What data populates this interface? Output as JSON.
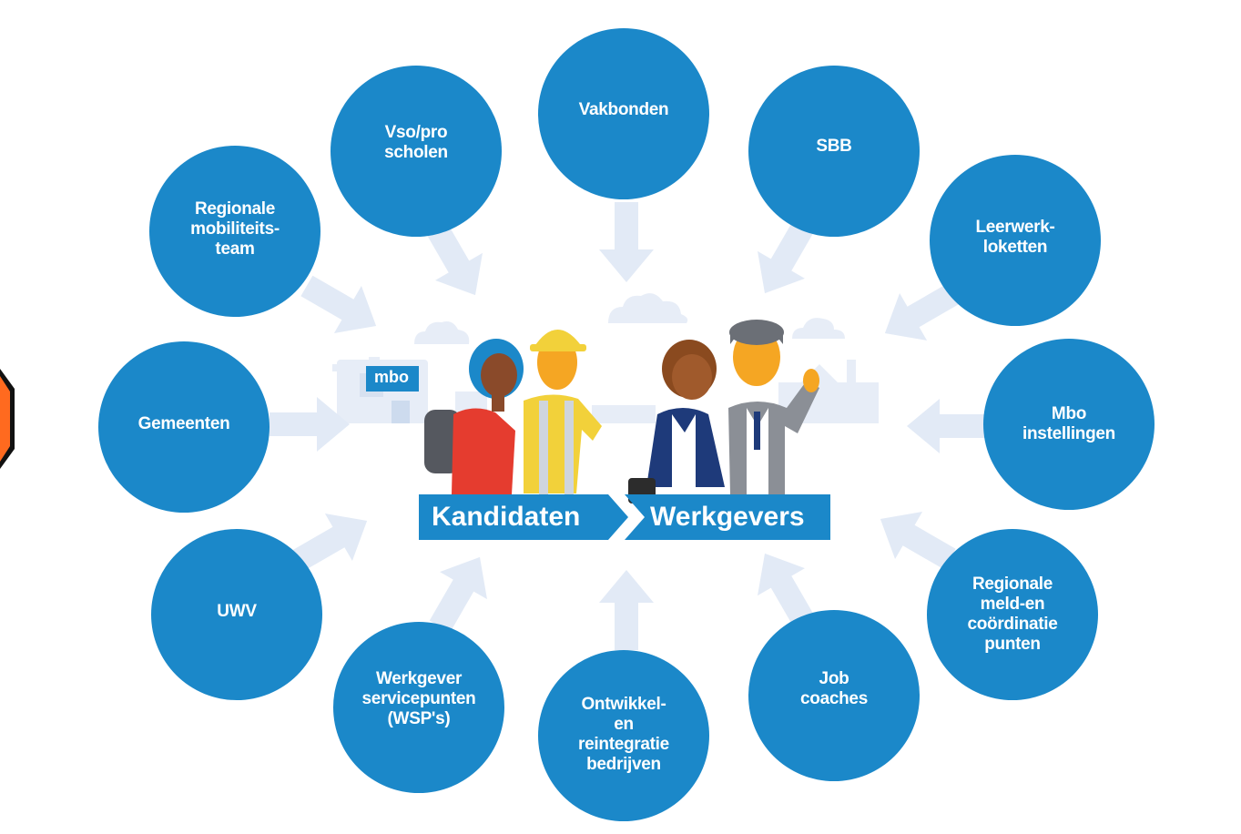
{
  "colors": {
    "circle": "#1b88c9",
    "banner": "#1b88c9",
    "arrow": "#e2eaf6",
    "background_shapes": "#e7edf7",
    "text": "#ffffff",
    "edge_marker": "#ff6a1f"
  },
  "center": {
    "left_label": "Kandidaten",
    "right_label": "Werkgevers",
    "building_sign": "mbo"
  },
  "nodes": [
    {
      "id": "vakbonden",
      "label": "Vakbonden"
    },
    {
      "id": "sbb",
      "label": "SBB"
    },
    {
      "id": "leerwerkloketten",
      "label": "Leerwerk-\nloketten"
    },
    {
      "id": "mbo-instellingen",
      "label": "Mbo\ninstellingen"
    },
    {
      "id": "rmc",
      "label": "Regionale\nmeld-en\ncoördinatie\npunten"
    },
    {
      "id": "job-coaches",
      "label": "Job\ncoaches"
    },
    {
      "id": "ontwikkel",
      "label": "Ontwikkel-\nen\nreintegratie\nbedrijven"
    },
    {
      "id": "wsp",
      "label": "Werkgever\nservicepunten\n(WSP's)"
    },
    {
      "id": "uwv",
      "label": "UWV"
    },
    {
      "id": "gemeenten",
      "label": "Gemeenten"
    },
    {
      "id": "rmt",
      "label": "Regionale\nmobiliteits-\nteam"
    },
    {
      "id": "vso-pro",
      "label": "Vso/pro\nscholen"
    }
  ]
}
